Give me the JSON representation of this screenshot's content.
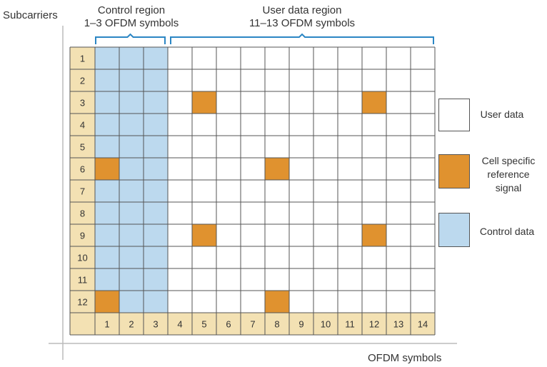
{
  "axes": {
    "y_label": "Subcarriers",
    "x_label": "OFDM symbols"
  },
  "regions": {
    "control": {
      "line1": "Control region",
      "line2": "1–3 OFDM symbols"
    },
    "user": {
      "line1": "User data region",
      "line2": "11–13 OFDM symbols"
    }
  },
  "grid": {
    "rows": [
      "1",
      "2",
      "3",
      "4",
      "5",
      "6",
      "7",
      "8",
      "9",
      "10",
      "11",
      "12"
    ],
    "cols": [
      "1",
      "2",
      "3",
      "4",
      "5",
      "6",
      "7",
      "8",
      "9",
      "10",
      "11",
      "12",
      "13",
      "14"
    ],
    "control_symbols": 3,
    "reference_signal_cells": [
      {
        "row": "3",
        "col": "5"
      },
      {
        "row": "3",
        "col": "12"
      },
      {
        "row": "6",
        "col": "1"
      },
      {
        "row": "6",
        "col": "8"
      },
      {
        "row": "9",
        "col": "5"
      },
      {
        "row": "9",
        "col": "12"
      },
      {
        "row": "12",
        "col": "1"
      },
      {
        "row": "12",
        "col": "8"
      }
    ]
  },
  "legend": {
    "user_data": "User data",
    "reference_signal_line1": "Cell specific",
    "reference_signal_line2": "reference",
    "reference_signal_line3": "signal",
    "control_data": "Control data"
  },
  "colors": {
    "user_data": "#ffffff",
    "reference_signal": "#e0922f",
    "control_data": "#bcd9ee",
    "header": "#f3e1b3",
    "grid_line": "#555555",
    "bracket": "#2b86c4",
    "axis": "#bbbbbb"
  }
}
